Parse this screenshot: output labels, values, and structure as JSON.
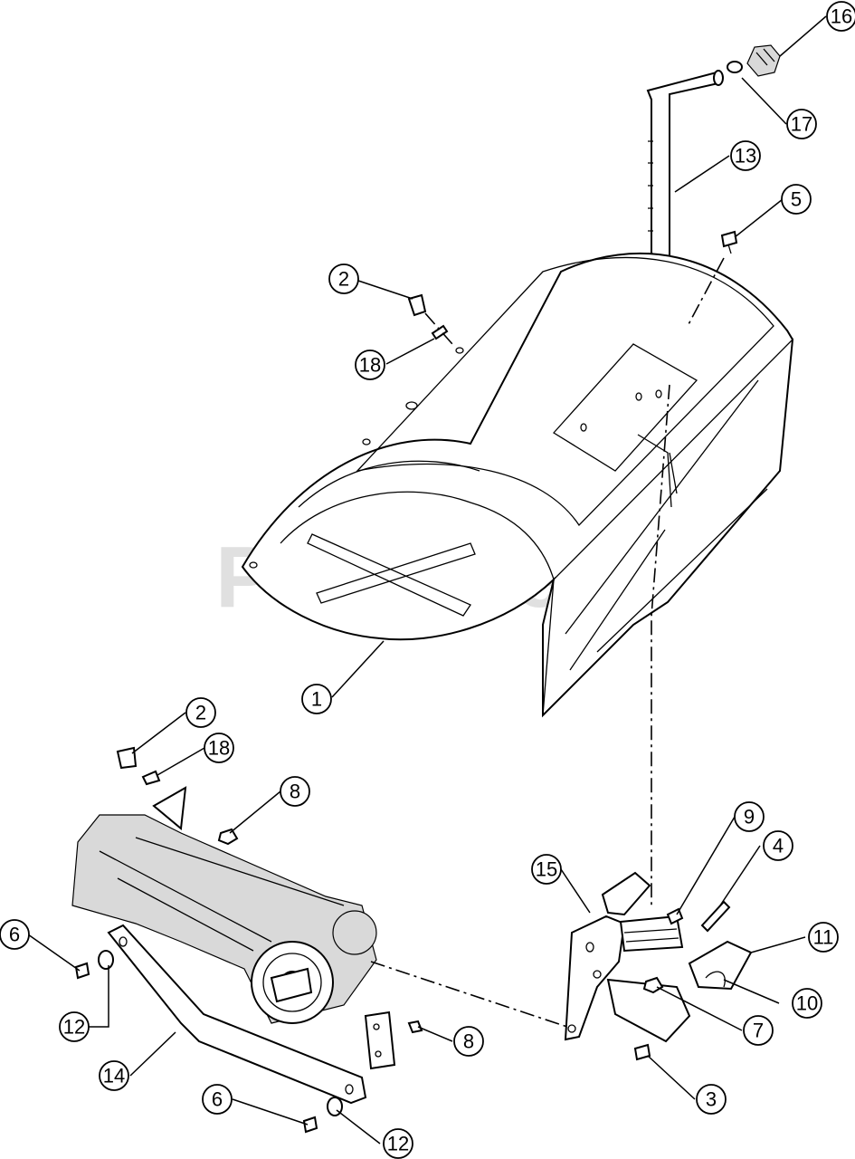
{
  "watermark": "PartsTree",
  "callouts": [
    {
      "label": "16"
    },
    {
      "label": "17"
    },
    {
      "label": "13"
    },
    {
      "label": "5"
    },
    {
      "label": "2"
    },
    {
      "label": "18"
    },
    {
      "label": "1"
    },
    {
      "label": "2"
    },
    {
      "label": "18"
    },
    {
      "label": "8"
    },
    {
      "label": "9"
    },
    {
      "label": "4"
    },
    {
      "label": "15"
    },
    {
      "label": "11"
    },
    {
      "label": "10"
    },
    {
      "label": "7"
    },
    {
      "label": "6"
    },
    {
      "label": "12"
    },
    {
      "label": "8"
    },
    {
      "label": "14"
    },
    {
      "label": "3"
    },
    {
      "label": "6"
    },
    {
      "label": "12"
    }
  ]
}
